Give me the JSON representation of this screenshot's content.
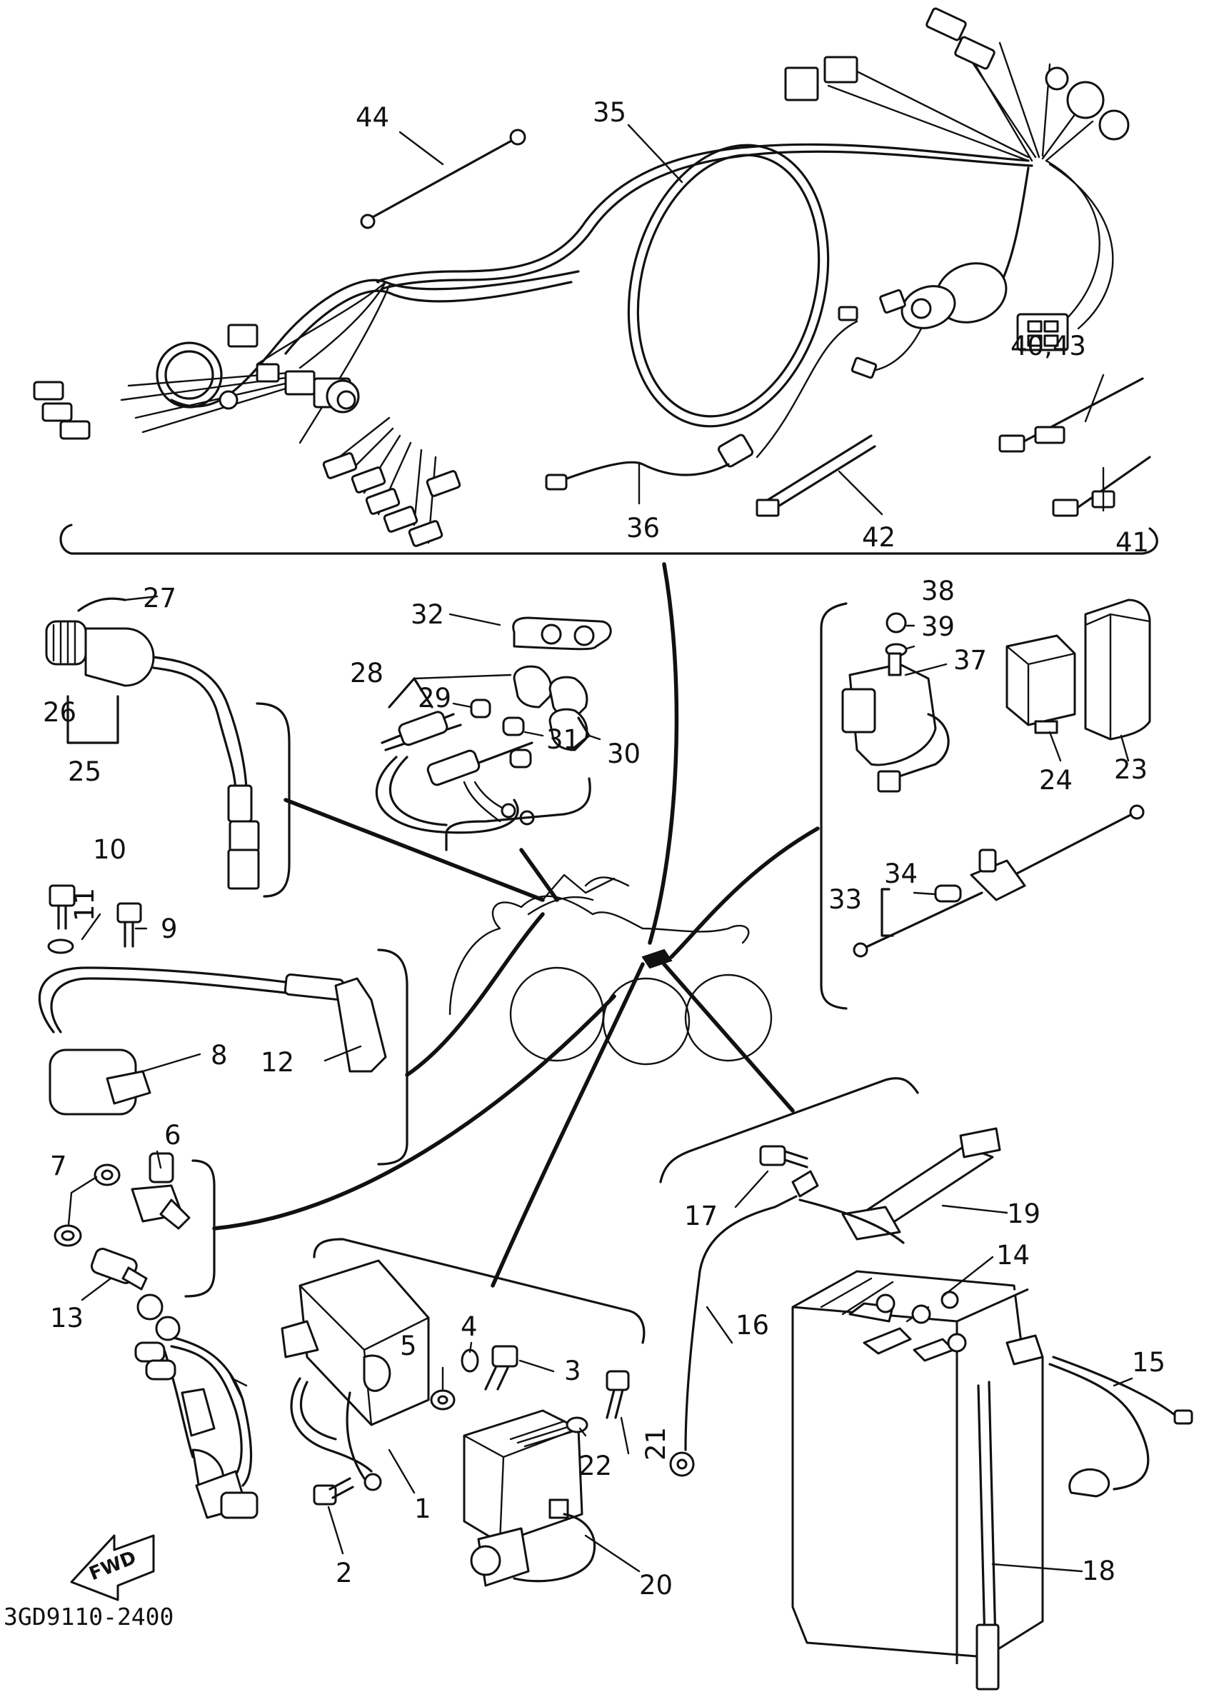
{
  "diagram": {
    "code": "3GD9110-2400",
    "fwd_text": "FWD",
    "labels": {
      "p1": "1",
      "p2": "2",
      "p3": "3",
      "p4": "4",
      "p5": "5",
      "p6": "6",
      "p7": "7",
      "p8": "8",
      "p9": "9",
      "p10": "10",
      "p11": "11",
      "p12": "12",
      "p13": "13",
      "p14": "14",
      "p15": "15",
      "p16": "16",
      "p17": "17",
      "p18": "18",
      "p19": "19",
      "p20": "20",
      "p21": "21",
      "p22": "22",
      "p23": "23",
      "p24": "24",
      "p25": "25",
      "p26": "26",
      "p27": "27",
      "p28": "28",
      "p29": "29",
      "p30": "30",
      "p31": "31",
      "p32": "32",
      "p33": "33",
      "p34": "34",
      "p35": "35",
      "p36": "36",
      "p37": "37",
      "p38": "38",
      "p39": "39",
      "p40_43": "40,43",
      "p41": "41",
      "p42": "42",
      "p44": "44"
    }
  }
}
